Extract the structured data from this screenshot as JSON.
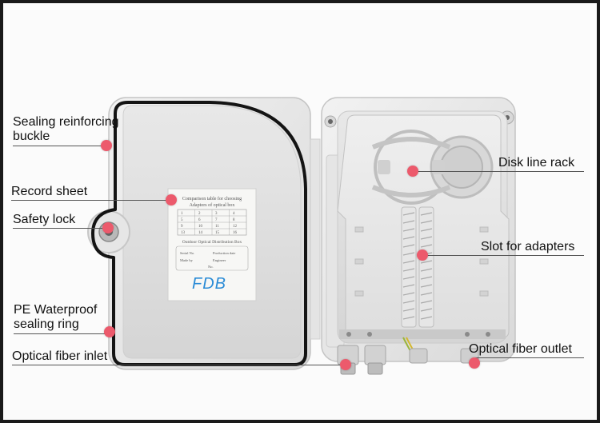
{
  "callouts": {
    "sealing_buckle": {
      "line1": "Sealing reinforcing",
      "line2": "buckle"
    },
    "record_sheet": "Record sheet",
    "safety_lock": "Safety lock",
    "waterproof_ring": {
      "line1": "PE Waterproof",
      "line2": "sealing ring"
    },
    "fiber_inlet": "Optical fiber inlet",
    "disk_line_rack": "Disk line rack",
    "adapter_slot": "Slot for adapters",
    "fiber_outlet": "Optical fiber outlet"
  },
  "sheet": {
    "title_line1": "Comparison table for choosing",
    "title_line2": "Adaptors of optical box",
    "grid": [
      "1",
      "2",
      "3",
      "4",
      "5",
      "6",
      "7",
      "8",
      "9",
      "10",
      "11",
      "12",
      "13",
      "14",
      "15",
      "16"
    ],
    "subtitle": "Outdoor Optical Distribution Box",
    "field_serial": "Serial No.",
    "field_production": "Production date",
    "field_made": "Made by",
    "field_engineer": "Engineer",
    "field_no": "No.",
    "brand": "FDB"
  },
  "colors": {
    "dot": "#ec5a6c",
    "brand_text": "#2a8bd6",
    "seal": "#141414"
  }
}
